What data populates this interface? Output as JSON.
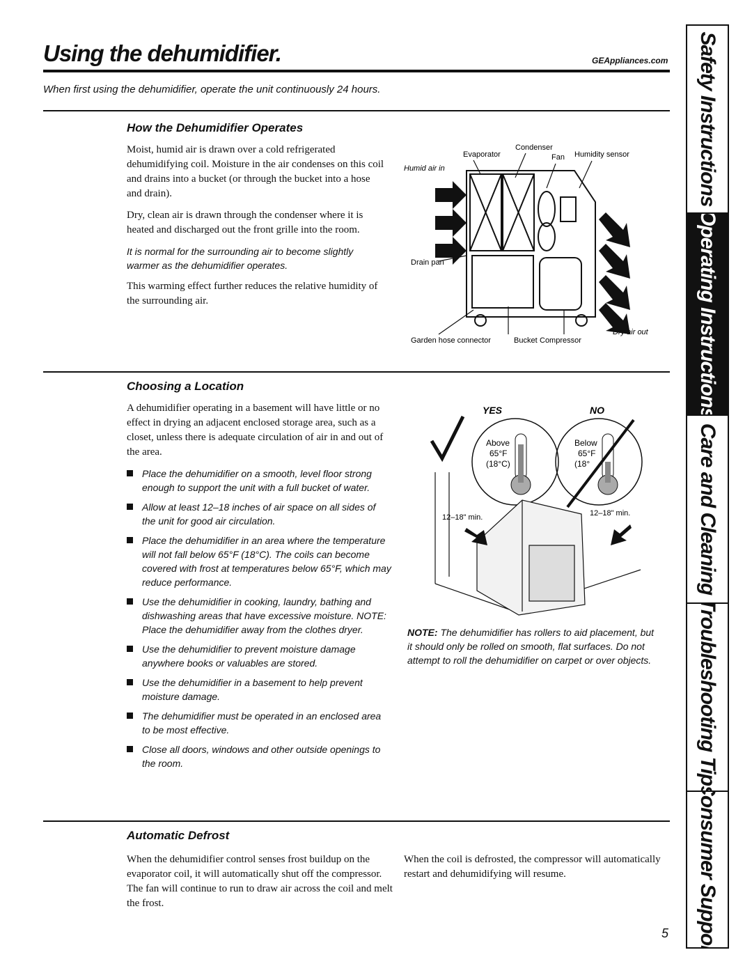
{
  "header": {
    "title": "Using the dehumidifier.",
    "website": "GEAppliances.com",
    "intro": "When first using the dehumidifier, operate the unit continuously 24 hours."
  },
  "operates": {
    "heading": "How the Dehumidifier Operates",
    "p1": "Moist, humid air is drawn over a cold refrigerated dehumidifying coil. Moisture in the air condenses on this coil and drains into a bucket (or through the bucket into a hose and drain).",
    "p2": "Dry, clean air is drawn through the condenser where it is heated and discharged out the front grille into the room.",
    "note": "It is normal for the surrounding air to become slightly warmer as the dehumidifier operates.",
    "p3": "This warming effect further reduces the relative humidity of the surrounding air.",
    "diagram": {
      "evaporator": "Evaporator",
      "condenser": "Condenser",
      "fan": "Fan",
      "humidity_sensor": "Humidity sensor",
      "humid_air_in": "Humid air in",
      "drain_pan": "Drain pan",
      "garden_hose": "Garden hose connector",
      "bucket": "Bucket",
      "compressor": "Compressor",
      "dry_air_out": "Dry air out"
    }
  },
  "location": {
    "heading": "Choosing a Location",
    "intro": "A dehumidifier operating in a basement will have little or no effect in drying an adjacent enclosed storage area, such as a closet, unless there is adequate circulation of air in and out of the area.",
    "bullets": [
      "Place the dehumidifier on a smooth, level floor strong enough to support the unit with a full bucket of water.",
      "Allow at least 12–18 inches of air space on all sides of the unit for good air circulation.",
      "Place the dehumidifier in an area where the temperature will not fall below 65°F (18°C). The coils can become covered with frost at temperatures below 65°F, which may reduce performance.",
      "Use the dehumidifier in cooking, laundry, bathing and dishwashing areas that have excessive moisture. NOTE: Place the dehumidifier away from the clothes dryer.",
      "Use the dehumidifier to prevent moisture damage anywhere books or valuables are stored.",
      "Use the dehumidifier in a basement to help prevent moisture damage.",
      "The dehumidifier must be operated in an enclosed area to be most effective.",
      "Close all doors, windows and other outside openings to the room."
    ],
    "figure": {
      "yes": "YES",
      "no": "NO",
      "above": "Above",
      "below": "Below",
      "temp_f": "65°F",
      "temp_c": "(18°C)",
      "temp_c_cut": "(18°",
      "clearance_left": "12–18\" min.",
      "clearance_right": "12–18\" min."
    },
    "note_label": "NOTE:",
    "note": "The dehumidifier has rollers to aid placement, but it should only be rolled on smooth, flat surfaces. Do not attempt to roll the dehumidifier on carpet or over objects."
  },
  "defrost": {
    "heading": "Automatic Defrost",
    "col1": "When the dehumidifier control senses frost buildup on the evaporator coil, it will automatically shut off the compressor. The fan will continue to run to draw air across the coil and melt the frost.",
    "col2": "When the coil is defrosted, the compressor will automatically restart and dehumidifying will resume."
  },
  "tabs": [
    {
      "label": "Safety Instructions",
      "active": false
    },
    {
      "label": "Operating Instructions",
      "active": true
    },
    {
      "label": "Care and Cleaning",
      "active": false
    },
    {
      "label": "Troubleshooting Tips",
      "active": false
    },
    {
      "label": "Consumer Support",
      "active": false
    }
  ],
  "page_number": "5"
}
